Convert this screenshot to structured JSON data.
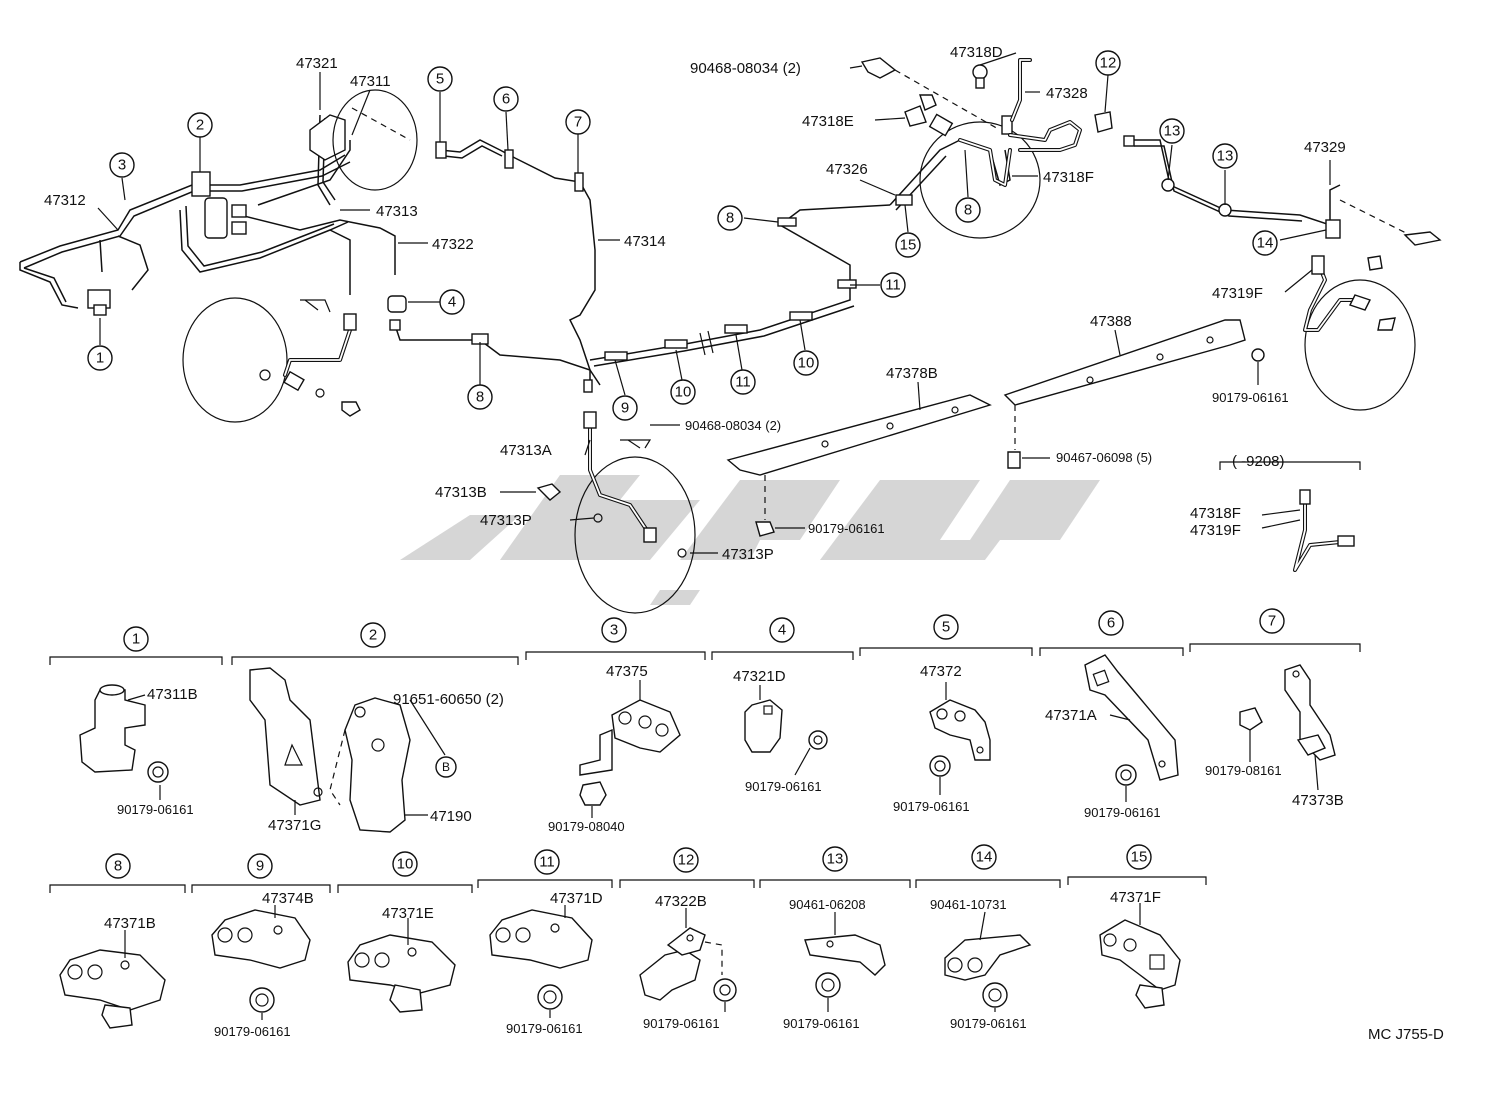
{
  "diagram_id": "MC J755-D",
  "watermark_text": "",
  "colors": {
    "ink": "#111111",
    "watermark": "#cfcfcf",
    "background": "#ffffff"
  },
  "callout_numbers": [
    "1",
    "2",
    "3",
    "4",
    "5",
    "6",
    "7",
    "8",
    "9",
    "10",
    "11",
    "12",
    "13",
    "14",
    "15"
  ],
  "top_labels": {
    "l47321": "47321",
    "l47311": "47311",
    "l47312": "47312",
    "l47313": "47313",
    "l47322": "47322",
    "l47314": "47314",
    "l90468a": "90468-08034 (2)",
    "l47318D": "47318D",
    "l47328": "47328",
    "l47318E": "47318E",
    "l47318F": "47318F",
    "l47326": "47326",
    "l47329": "47329",
    "l47319F": "47319F",
    "l47388": "47388",
    "l47378B": "47378B",
    "l90179a": "90179-06161",
    "l90468b": "90468-08034 (2)",
    "l47313A": "47313A",
    "l47313B": "47313B",
    "l47313P1": "47313P",
    "l47313P2": "47313P",
    "l90179b": "90179-06161",
    "l90467": "90467-06098 (5)",
    "l9208": "(        -9208)",
    "l47318F2": "47318F",
    "l47319F2": "47319F"
  },
  "detail_row1": [
    {
      "num": "1",
      "labels": [
        "47311B",
        "90179-06161"
      ]
    },
    {
      "num": "2",
      "labels": [
        "91651-60650 (2)",
        "47371G",
        "47190"
      ]
    },
    {
      "num": "3",
      "labels": [
        "47375",
        "90179-08040"
      ]
    },
    {
      "num": "4",
      "labels": [
        "47321D",
        "90179-06161"
      ]
    },
    {
      "num": "5",
      "labels": [
        "47372",
        "90179-06161"
      ]
    },
    {
      "num": "6",
      "labels": [
        "47371A",
        "90179-06161"
      ]
    },
    {
      "num": "7",
      "labels": [
        "90179-08161",
        "47373B"
      ]
    }
  ],
  "detail_row2": [
    {
      "num": "8",
      "labels": [
        "47371B"
      ]
    },
    {
      "num": "9",
      "labels": [
        "47374B",
        "90179-06161"
      ]
    },
    {
      "num": "10",
      "labels": [
        "47371E"
      ]
    },
    {
      "num": "11",
      "labels": [
        "47371D",
        "90179-06161"
      ]
    },
    {
      "num": "12",
      "labels": [
        "47322B",
        "90179-06161"
      ]
    },
    {
      "num": "13",
      "labels": [
        "90461-06208",
        "90179-06161"
      ]
    },
    {
      "num": "14",
      "labels": [
        "90461-10731",
        "90179-06161"
      ]
    },
    {
      "num": "15",
      "labels": [
        "47371F"
      ]
    }
  ],
  "b_marker": "B"
}
